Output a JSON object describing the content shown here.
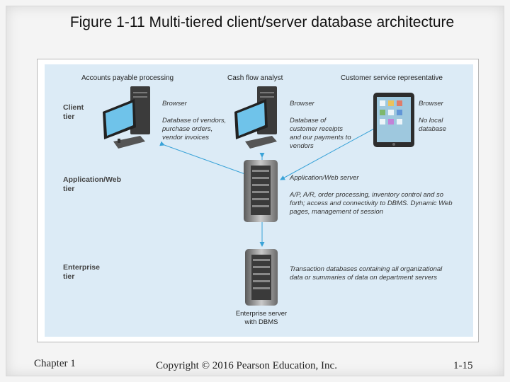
{
  "slide": {
    "title": "Figure 1-11 Multi-tiered client/server database architecture",
    "footer_left": "Chapter 1",
    "footer_center": "Copyright © 2016 Pearson Education, Inc.",
    "footer_right": "1-15"
  },
  "diagram": {
    "tiers": {
      "client": "Client tier",
      "application": "Application/Web tier",
      "enterprise": "Enterprise tier"
    },
    "clients": [
      {
        "role": "Accounts payable processing",
        "app": "Browser",
        "data": "Database of vendors, purchase orders, vendor invoices"
      },
      {
        "role": "Cash flow analyst",
        "app": "Browser",
        "data": "Database of customer receipts and our payments to vendors"
      },
      {
        "role": "Customer service representative",
        "app": "Browser",
        "data": "No local database"
      }
    ],
    "app_server": {
      "name": "Application/Web server",
      "description": "A/P, A/R, order processing, inventory control and so forth; access and connectivity to DBMS. Dynamic Web pages, management of session"
    },
    "enterprise_server": {
      "name": "Enterprise server with DBMS",
      "description": "Transaction databases containing all organizational data or summaries of data on department servers"
    },
    "colors": {
      "panel": "#dcebf6",
      "arrow": "#3aa3d8"
    }
  }
}
